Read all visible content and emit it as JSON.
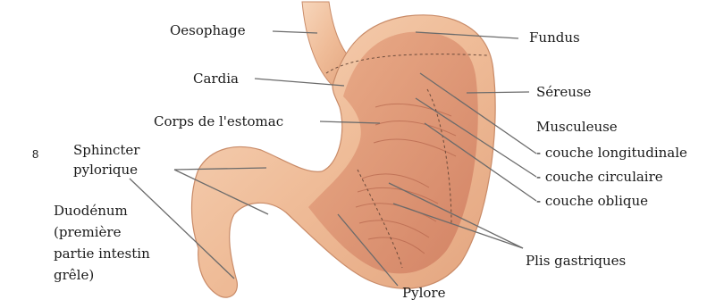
{
  "page_number": "8",
  "labels": {
    "oesophage": "Oesophage",
    "cardia": "Cardia",
    "corps": "Corps de l'estomac",
    "sphincter_1": "Sphincter",
    "sphincter_2": "pylorique",
    "duodenum_1": "Duodénum",
    "duodenum_2": "(première",
    "duodenum_3": "partie intestin",
    "duodenum_4": "grêle)",
    "fundus": "Fundus",
    "sereuse": "Séreuse",
    "musculeuse": "Musculeuse",
    "couche_longitudinale": "- couche longitudinale",
    "couche_circulaire": "- couche circulaire",
    "couche_oblique": "- couche oblique",
    "plis": "Plis gastriques",
    "pylore": "Pylore"
  },
  "colors": {
    "serosa": "#f2c5a3",
    "muscle": "#e8a27c",
    "mucosa": "#d9876a",
    "leader": "#6b6b6b"
  }
}
